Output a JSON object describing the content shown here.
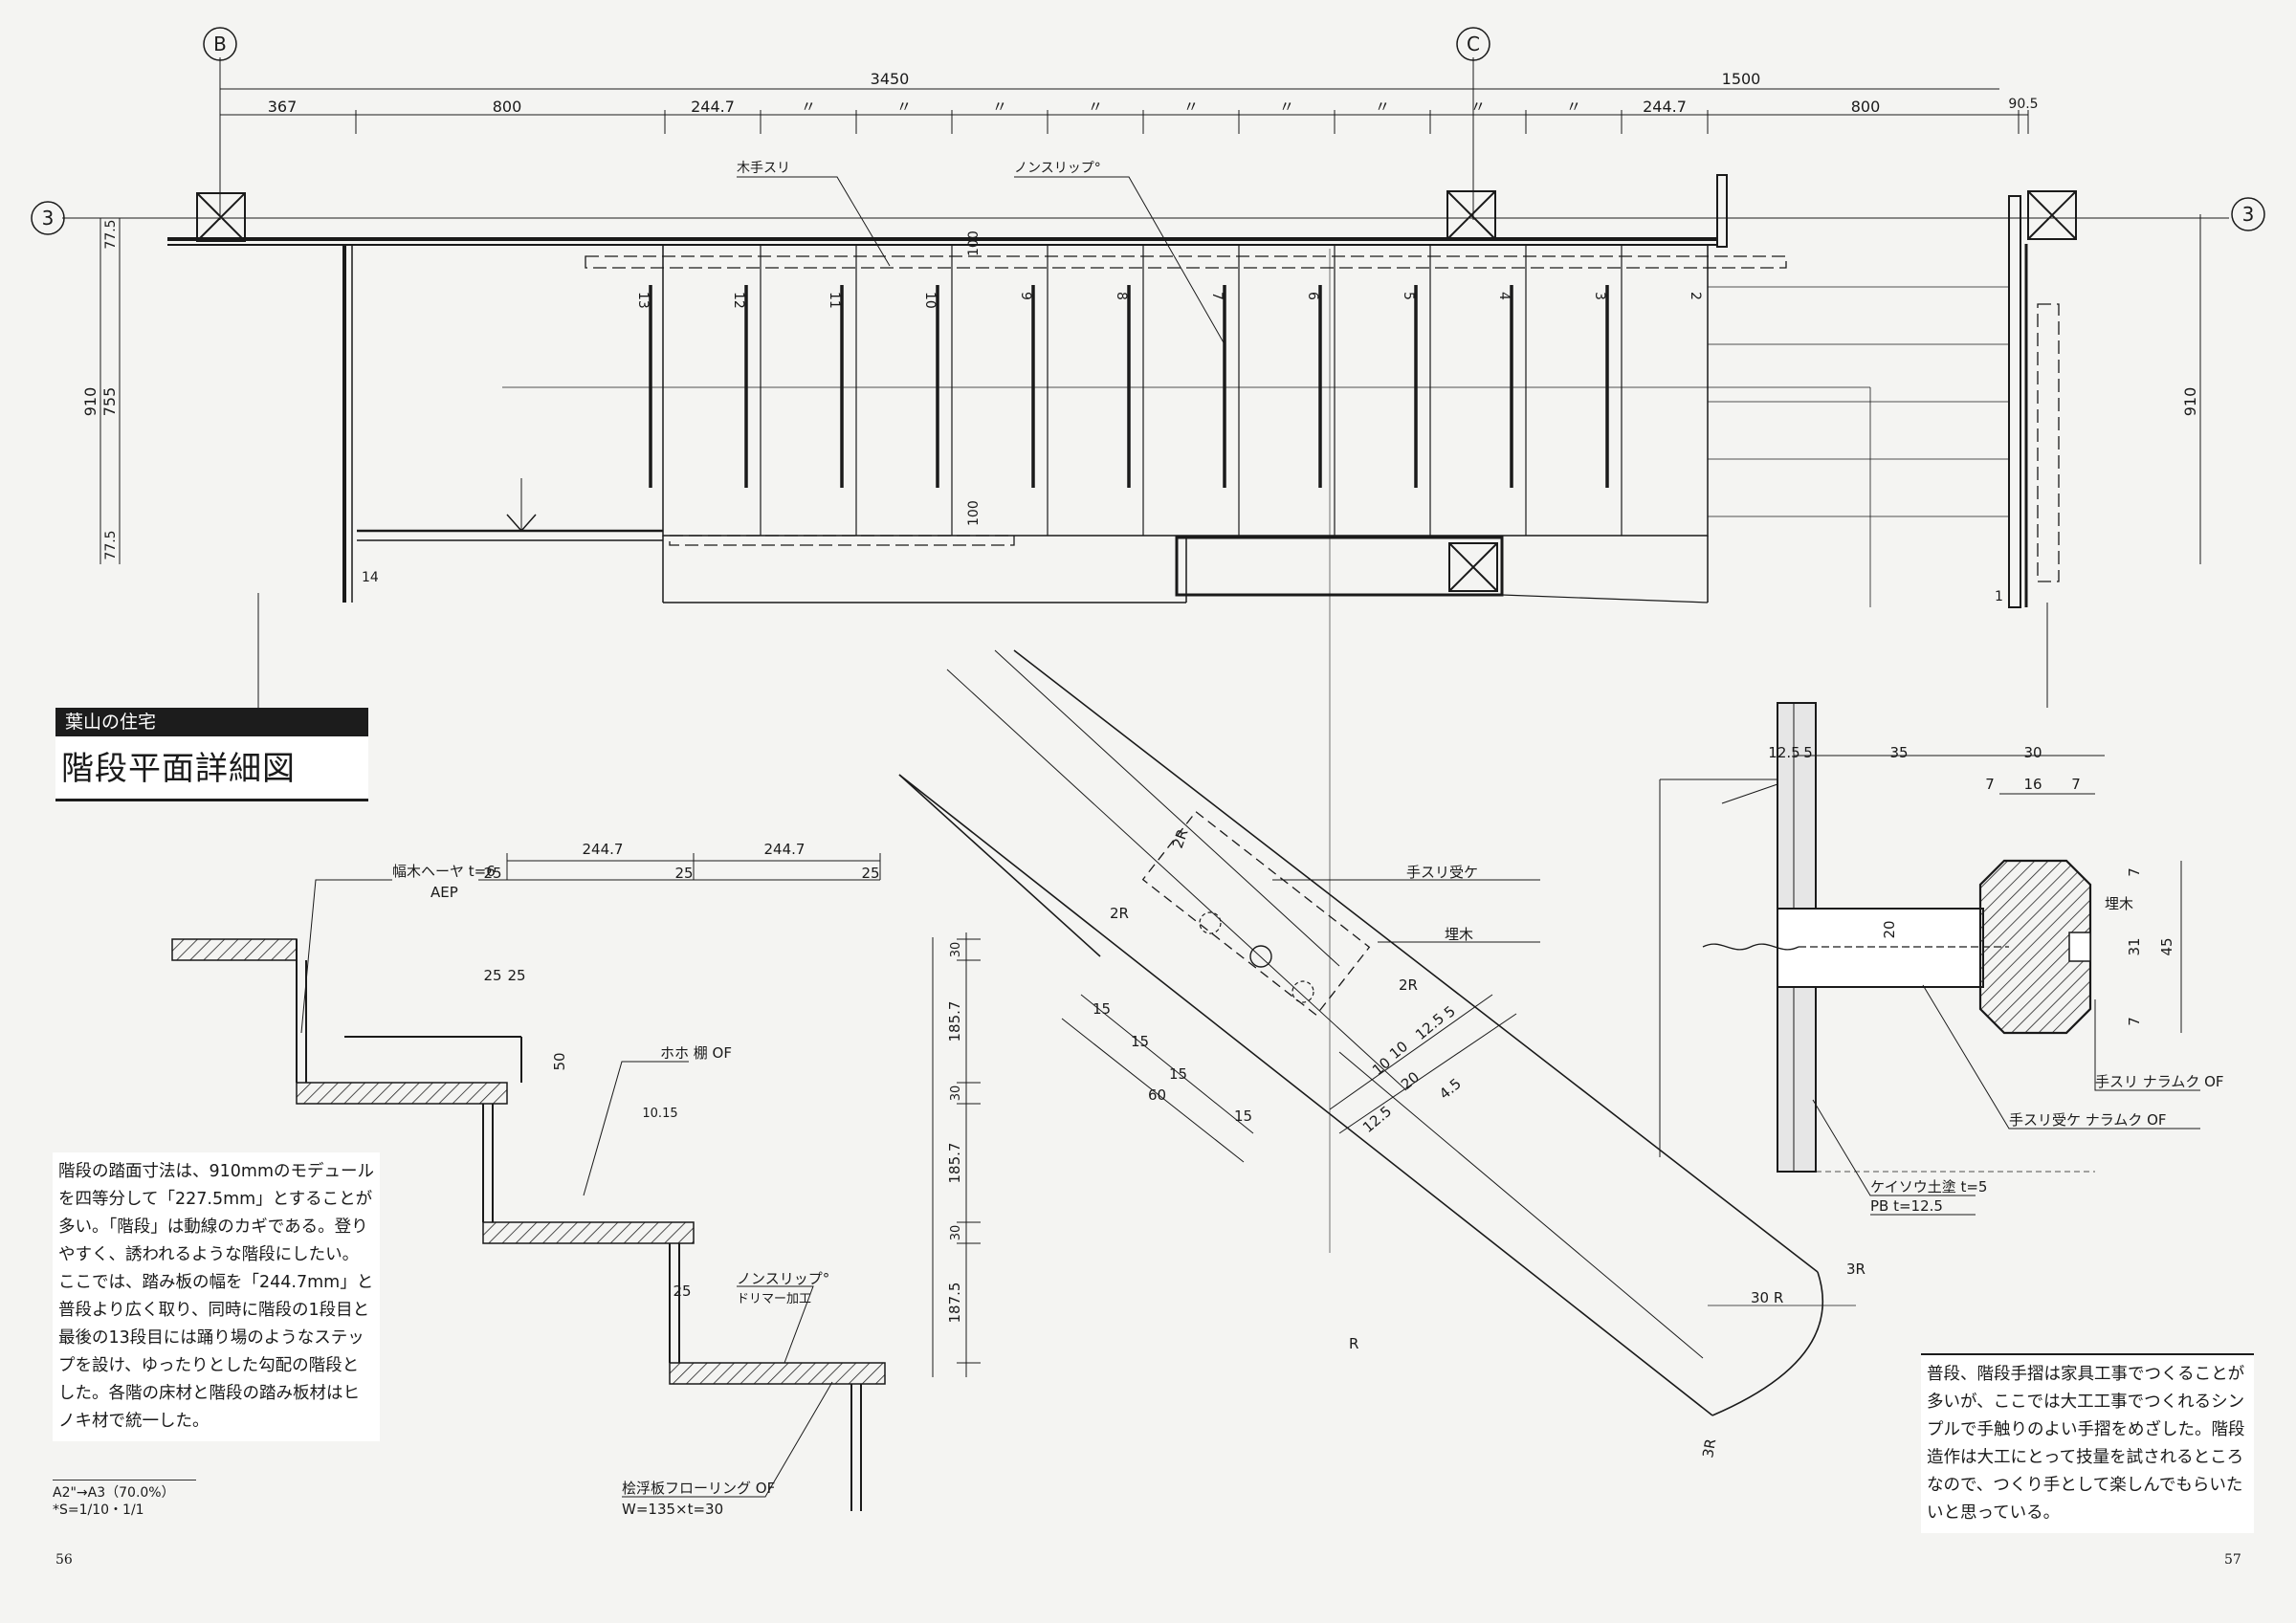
{
  "title_block": {
    "project": "葉山の住宅",
    "title": "階段平面詳細図"
  },
  "body_text_left": "階段の踏面寸法は、910mmのモデュールを四等分して「227.5mm」とすることが多い。「階段」は動線のカギである。登りやすく、誘われるような階段にしたい。ここでは、踏み板の幅を「244.7mm」と普段より広く取り、同時に階段の1段目と最後の13段目には踊り場のようなステップを設け、ゆったりとした勾配の階段とした。各階の床材と階段の踏み板材はヒノキ材で統一した。",
  "body_text_right": "普段、階段手摺は家具工事でつくることが多いが、ここでは大工工事でつくれるシンプルで手触りのよい手摺をめざした。階段造作は大工にとって技量を試されるところなので、つくり手として楽しんでもらいたいと思っている。",
  "scale_note": [
    "A2\"→A3（70.0%）",
    "*S=1/10・1/1"
  ],
  "page_numbers": {
    "left": "56",
    "right": "57"
  },
  "plan": {
    "grid_labels": [
      "B",
      "C",
      "3",
      "3"
    ],
    "overall_dims": [
      "3450",
      "1500"
    ],
    "segment_dims": [
      "367",
      "800",
      "244.7",
      "〃",
      "〃",
      "〃",
      "〃",
      "〃",
      "〃",
      "〃",
      "〃",
      "〃",
      "244.7",
      "800",
      "90.5"
    ],
    "vertical_dims": [
      "910",
      "77.5",
      "755",
      "77.5",
      "910"
    ],
    "tread_numbers": [
      "13",
      "12",
      "11",
      "10",
      "9",
      "8",
      "7",
      "6",
      "5",
      "4",
      "3",
      "2",
      "1",
      "14"
    ],
    "annotations": [
      "木手スリ",
      "ノンスリップ°",
      "100",
      "100"
    ]
  },
  "section": {
    "dims_top": [
      "244.7",
      "244.7"
    ],
    "dims_25": [
      "25",
      "25",
      "25",
      "25",
      "25",
      "25"
    ],
    "dims_right": [
      "30",
      "185.7",
      "30",
      "185.7",
      "30",
      "187.5"
    ],
    "misc_dims": [
      "50",
      "10.15"
    ],
    "labels": [
      "幅木ヘーヤ t=6",
      "AEP",
      "ホホ 棚 OF",
      "ノンスリップ°",
      "ドリマー加工",
      "桧浮板フローリング OF",
      "W=135×t=30"
    ]
  },
  "handrail_plan": {
    "labels": [
      "手スリ受ケ",
      "埋木"
    ],
    "dims": [
      "15",
      "15",
      "15",
      "15",
      "60",
      "10",
      "10",
      "20",
      "12.5",
      "4.5",
      "5",
      "12.5"
    ],
    "radii": [
      "2R",
      "2R",
      "2R",
      "3R",
      "30 R",
      "3R",
      "R"
    ]
  },
  "handrail_section": {
    "dims": [
      "12.5",
      "5",
      "35",
      "30",
      "7",
      "16",
      "7",
      "7",
      "31",
      "45",
      "7",
      "20"
    ],
    "labels": [
      "埋木",
      "手スリ ナラムク OF",
      "手スリ受ケ ナラムク OF",
      "ケイソウ土塗 t=5",
      "PB t=12.5"
    ]
  }
}
